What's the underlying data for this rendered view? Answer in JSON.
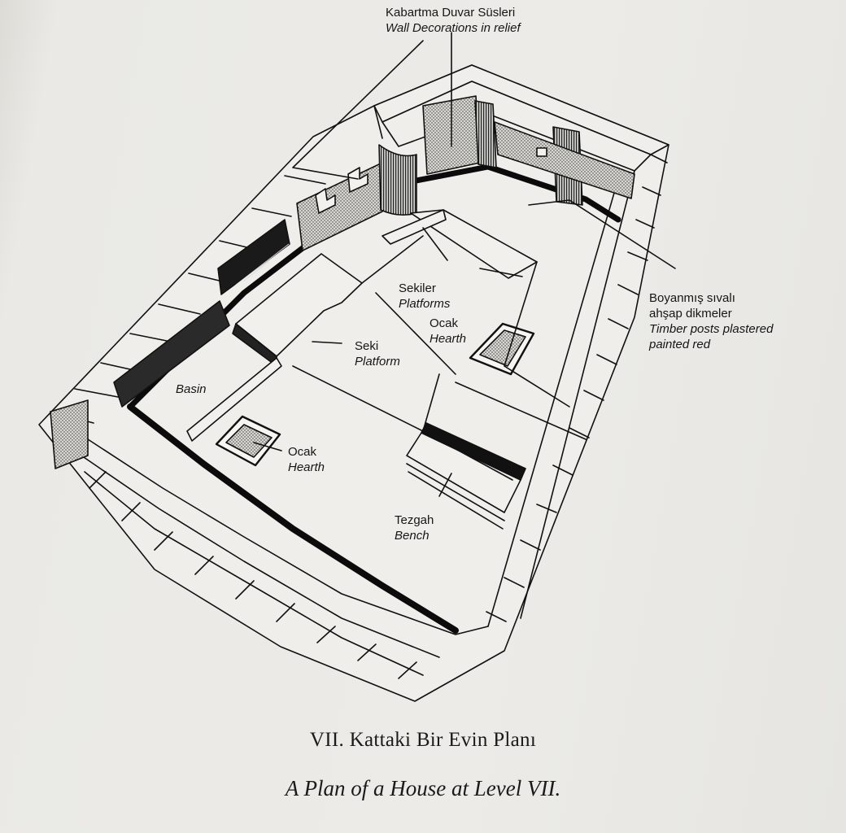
{
  "labels": {
    "wall_decorations": {
      "tr": "Kabartma Duvar Süsleri",
      "en": "Wall Decorations in relief"
    },
    "timber_posts": {
      "tr1": "Boyanmış sıvalı",
      "tr2": "ahşap dikmeler",
      "en1": "Timber posts plastered",
      "en2": "painted red"
    },
    "platforms": {
      "tr": "Sekiler",
      "en": "Platforms"
    },
    "hearth_upper": {
      "tr": "Ocak",
      "en": "Hearth"
    },
    "platform": {
      "tr": "Seki",
      "en": "Platform"
    },
    "basin": {
      "en": "Basin"
    },
    "hearth_lower": {
      "tr": "Ocak",
      "en": "Hearth"
    },
    "bench": {
      "tr": "Tezgah",
      "en": "Bench"
    }
  },
  "caption": {
    "tr": "VII. Kattaki Bir Evin Planı",
    "en": "A Plan of a House at Level VII."
  }
}
